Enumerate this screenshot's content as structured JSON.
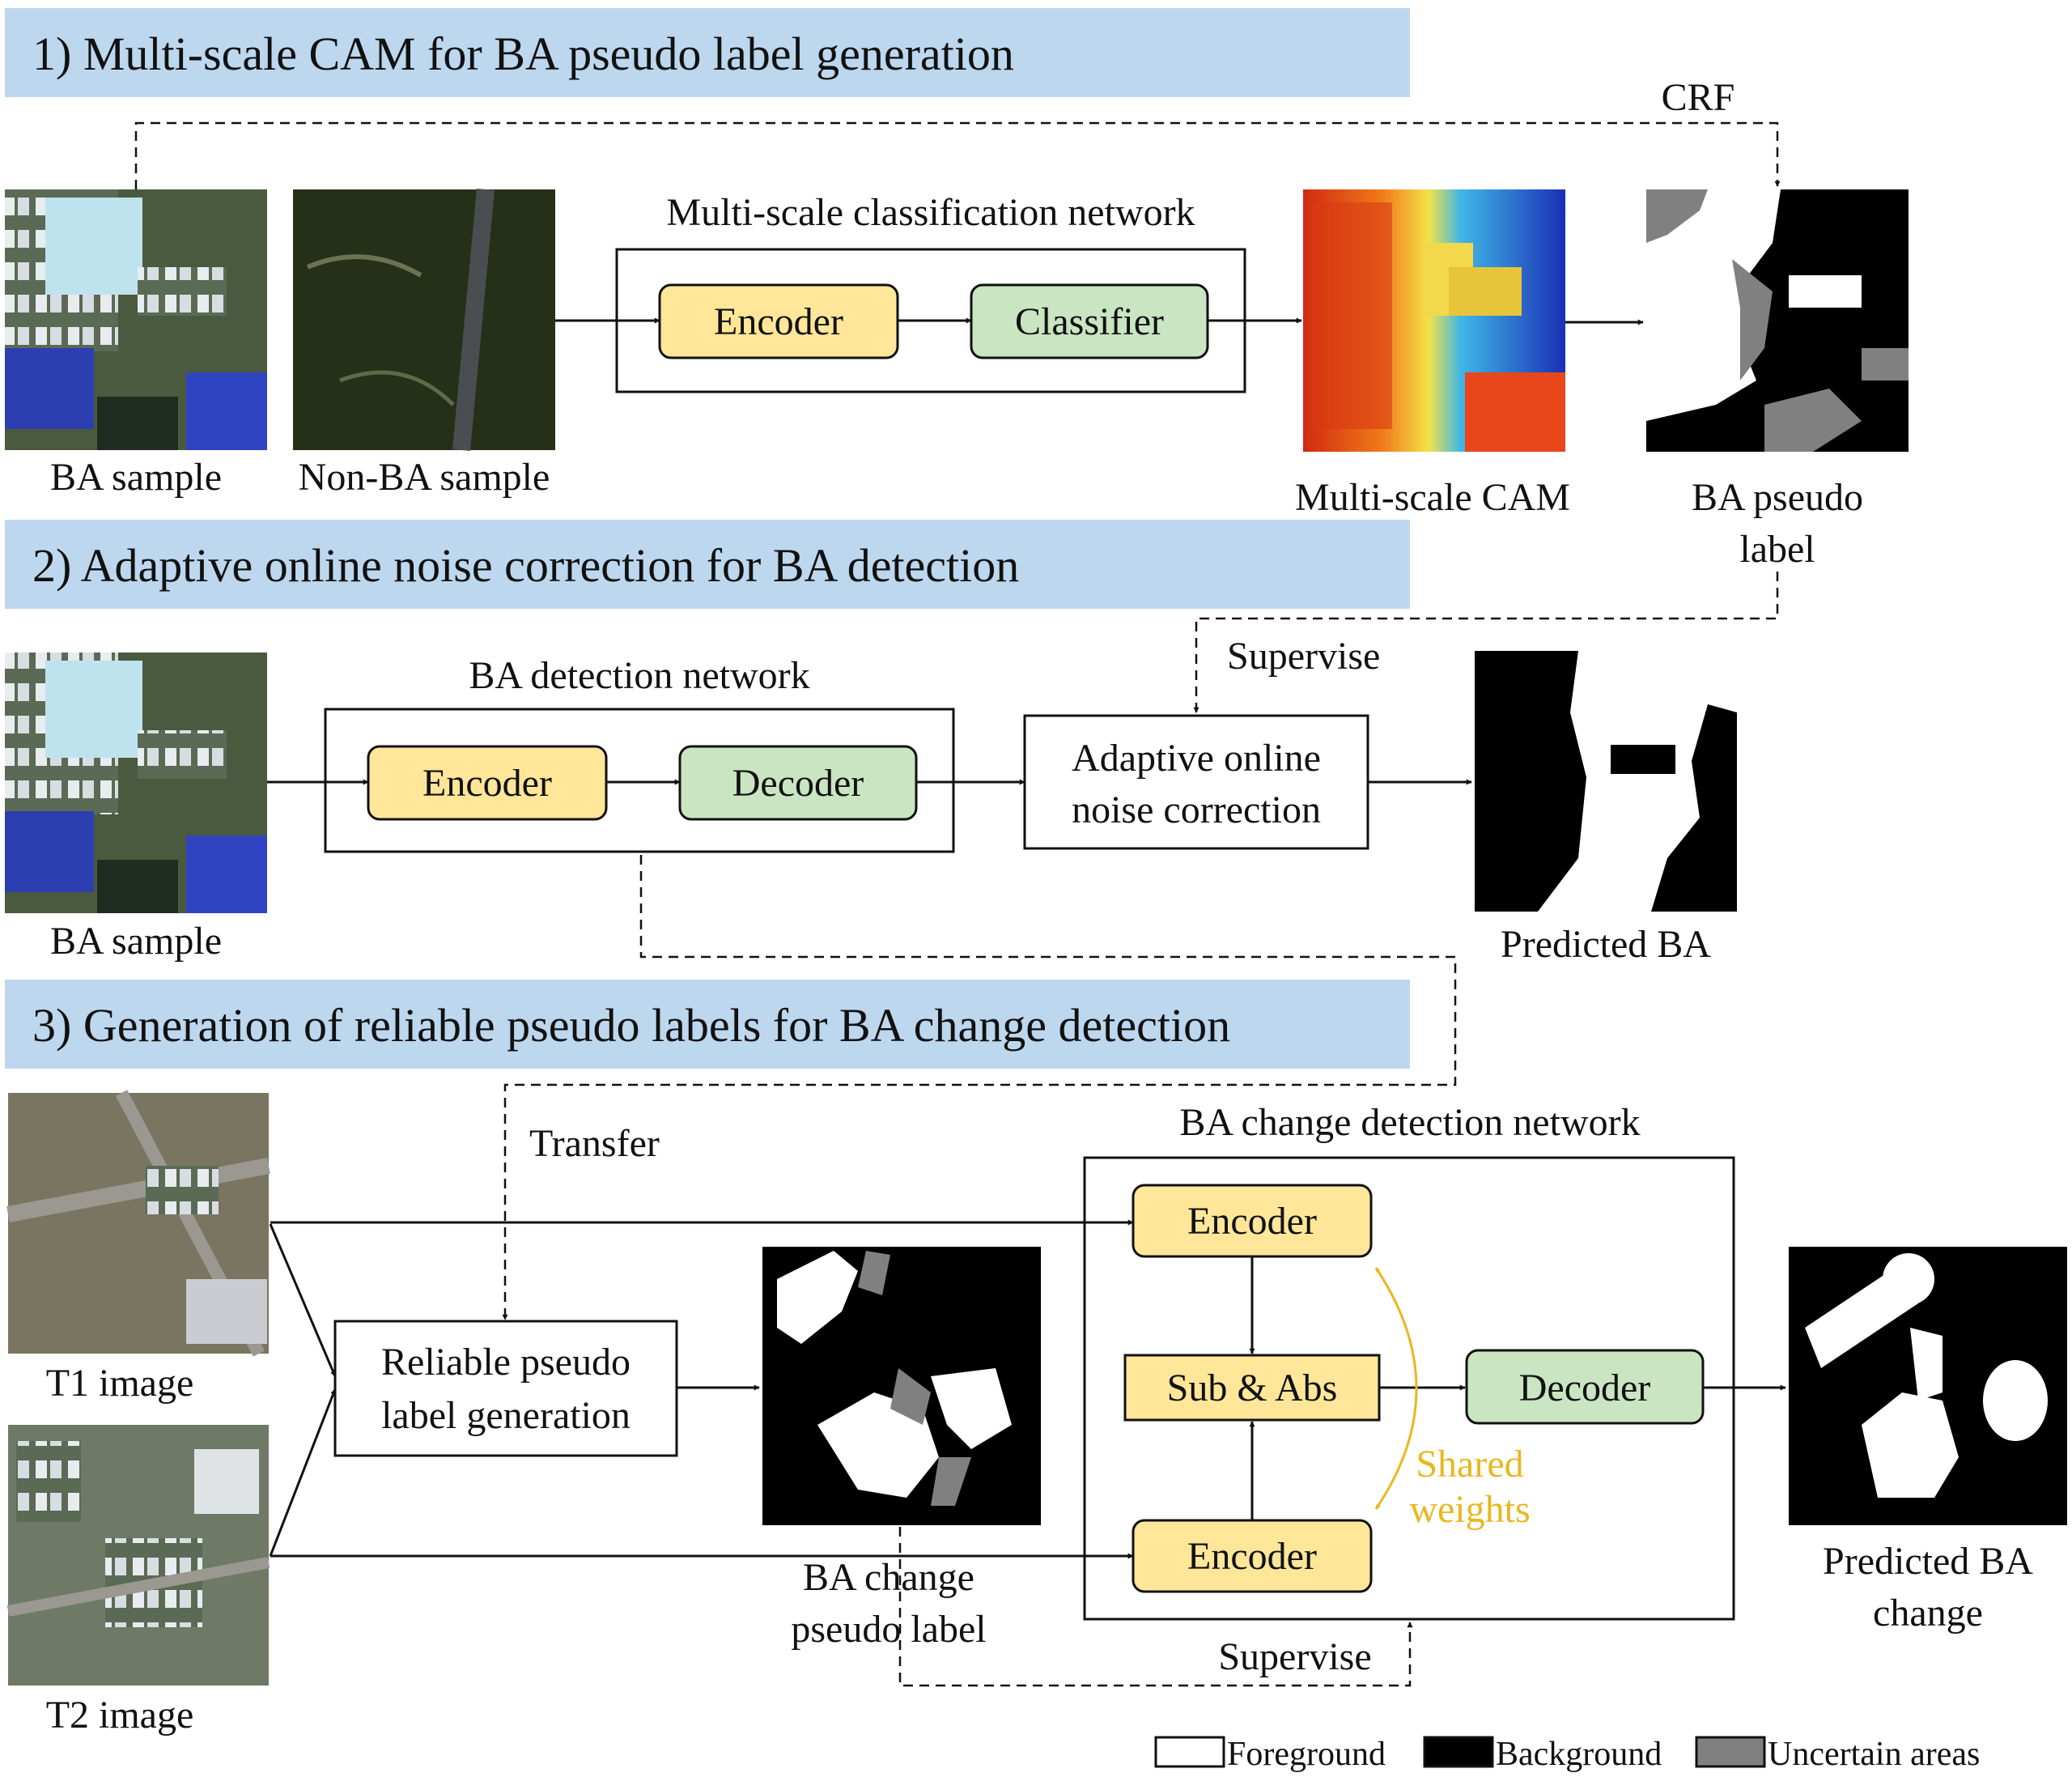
{
  "colors": {
    "banner": "#bdd7ee",
    "encoder": "#ffe699",
    "classifier": "#c9e5c2",
    "shared": "#e8b820",
    "sat_green": "#3e4f2c",
    "sat_forest": "#263019"
  },
  "sections": [
    {
      "title": "1) Multi-scale CAM for BA pseudo label generation"
    },
    {
      "title": "2) Adaptive online noise correction for BA detection"
    },
    {
      "title": "3) Generation of reliable pseudo labels for BA change detection"
    }
  ],
  "part1": {
    "ba_sample": "BA sample",
    "non_ba_sample": "Non-BA sample",
    "network_title": "Multi-scale classification network",
    "encoder": "Encoder",
    "classifier": "Classifier",
    "cam_label": "Multi-scale CAM",
    "crf": "CRF",
    "pseudo_line1": "BA pseudo",
    "pseudo_line2": "label"
  },
  "part2": {
    "ba_sample": "BA sample",
    "network_title": "BA detection network",
    "encoder": "Encoder",
    "decoder": "Decoder",
    "correction_line1": "Adaptive online",
    "correction_line2": "noise correction",
    "supervise": "Supervise",
    "predicted": "Predicted BA"
  },
  "part3": {
    "t1": "T1 image",
    "t2": "T2 image",
    "transfer": "Transfer",
    "reliable_line1": "Reliable pseudo",
    "reliable_line2": "label generation",
    "change_label_line1": "BA change",
    "change_label_line2": "pseudo label",
    "network_title": "BA change detection network",
    "encoder_top": "Encoder",
    "encoder_bottom": "Encoder",
    "sub_abs": "Sub & Abs",
    "decoder": "Decoder",
    "shared_line1": "Shared",
    "shared_line2": "weights",
    "supervise": "Supervise",
    "predicted_line1": "Predicted BA",
    "predicted_line2": "change"
  },
  "legend": {
    "foreground": "Foreground",
    "background": "Background",
    "uncertain": "Uncertain areas"
  }
}
